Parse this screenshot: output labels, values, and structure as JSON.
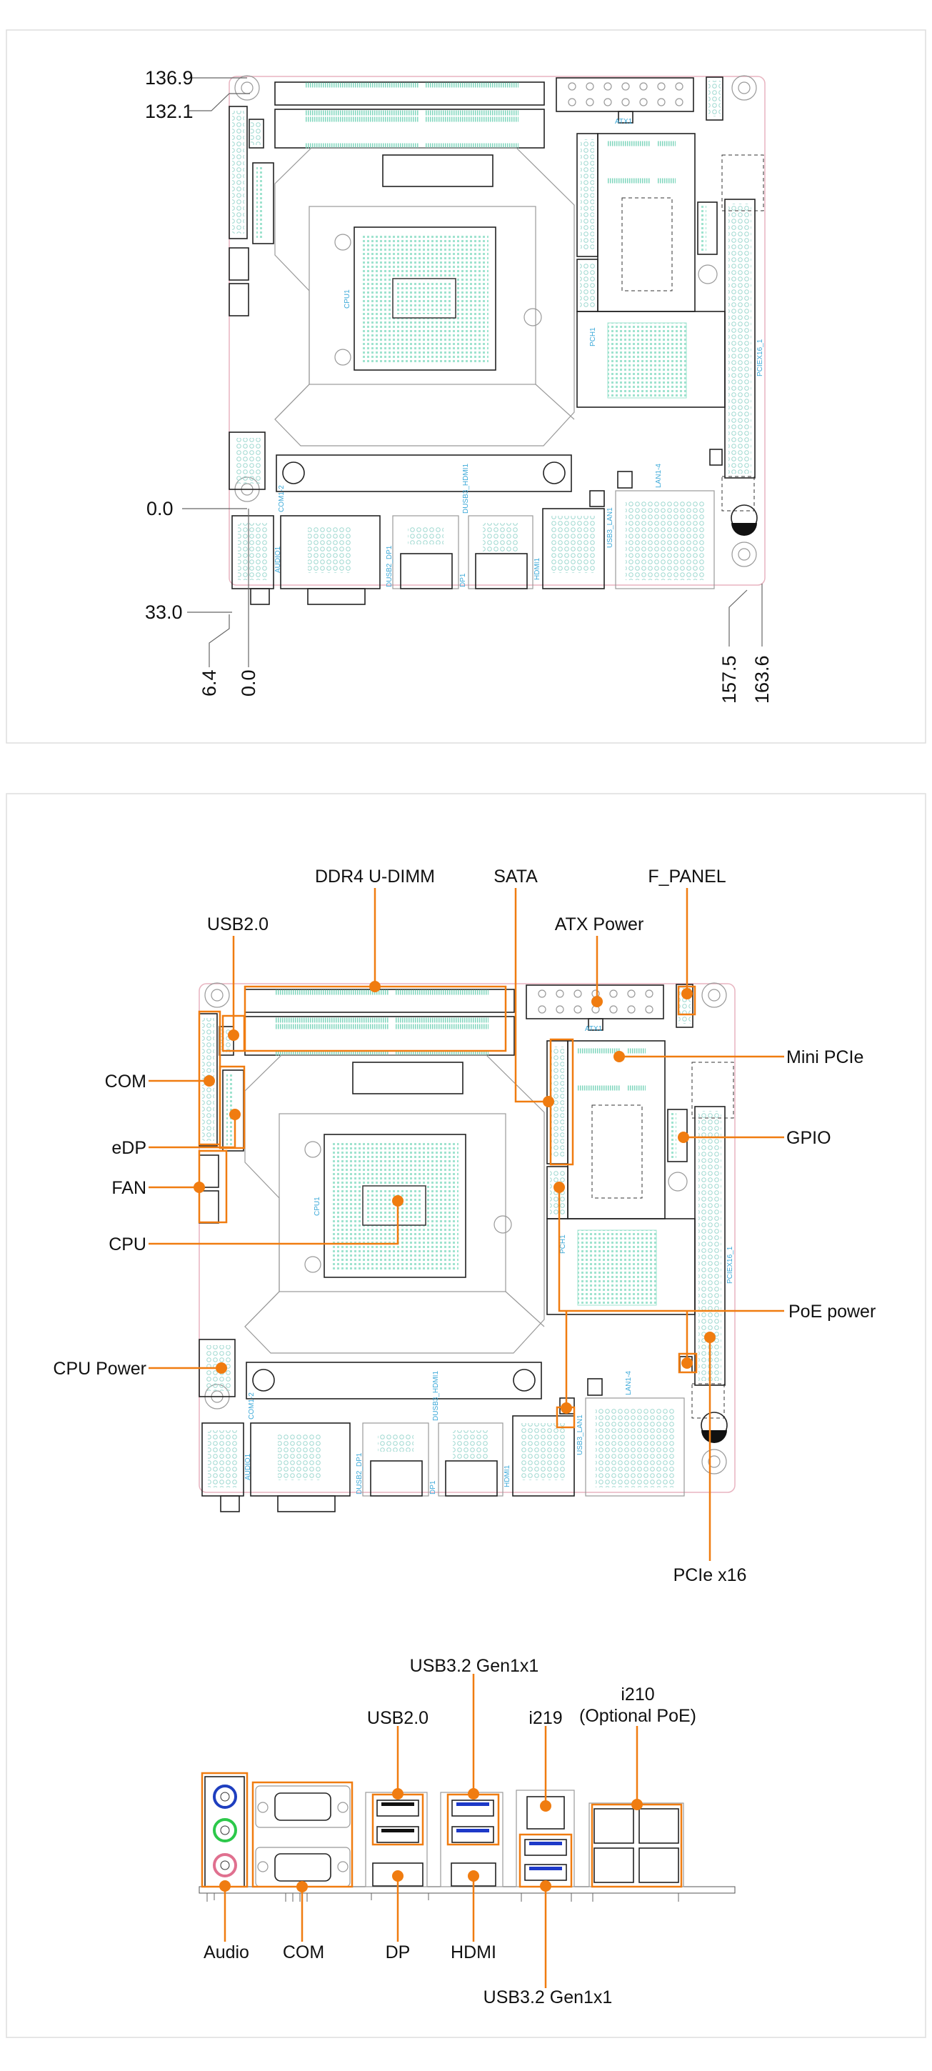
{
  "dimension_view": {
    "dimensions": {
      "top_outer": "136.9",
      "top_inner": "132.1",
      "left_origin": "0.0",
      "io_depth": "33.0",
      "bottom_offset": "6.4",
      "bottom_origin": "0.0",
      "right_inner": "157.5",
      "right_outer": "163.6"
    }
  },
  "board": {
    "silkscreen": {
      "cpu": "CPU1",
      "pch": "PCH1",
      "pcie": "PCIEX16_1",
      "lan": "LAN1-4",
      "com": "COM1-2",
      "audio": "AUDIO1",
      "dusb2_dp": "DUSB2_DP1",
      "dusb3_hdmi": "DUSB3_HDMI1",
      "usb3_lan": "USB3_LAN1",
      "atx": "ATX1",
      "dp": "DP1",
      "hdmi": "HDMI1"
    }
  },
  "layout_view": {
    "callouts": {
      "ddr4": "DDR4 U-DIMM",
      "sata": "SATA",
      "f_panel": "F_PANEL",
      "usb2": "USB2.0",
      "atx_power": "ATX Power",
      "mini_pcie": "Mini PCIe",
      "com": "COM",
      "gpio": "GPIO",
      "edp": "eDP",
      "fan": "FAN",
      "cpu": "CPU",
      "poe_power": "PoE power",
      "cpu_power": "CPU Power",
      "pcie_x16": "PCIe x16"
    }
  },
  "io_view": {
    "callouts": {
      "usb32_top": "USB3.2 Gen1x1",
      "usb2": "USB2.0",
      "i219": "i219",
      "i210_line1": "i210",
      "i210_line2": "(Optional PoE)",
      "audio": "Audio",
      "com": "COM",
      "dp": "DP",
      "hdmi": "HDMI",
      "usb32_bottom": "USB3.2 Gen1x1"
    }
  },
  "colors": {
    "callout": "#f07c10",
    "silkscreen": "#3aa8d8",
    "pads": "#7fd6bd",
    "board_edge": "#e8b4c0",
    "audio_blue": "#1f3fbf",
    "audio_green": "#2cc84a",
    "audio_pink": "#e0708f",
    "usb3_blue": "#1d39c8"
  }
}
